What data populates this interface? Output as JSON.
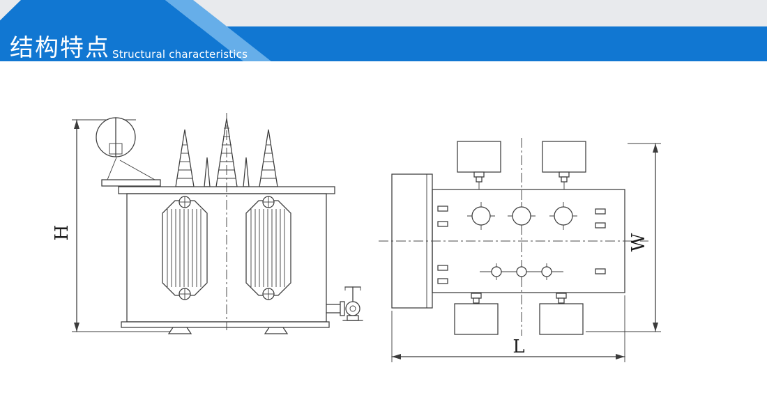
{
  "header": {
    "title_cn": "结构特点",
    "title_en": "Structural characteristics",
    "colors": {
      "strip_gray": "#e8eaed",
      "band_blue": "#1177d2",
      "ribbon_blue": "#66aee9",
      "title_white": "#ffffff"
    }
  },
  "drawing": {
    "dimension_labels": {
      "height": "H",
      "width": "W",
      "length": "L"
    }
  }
}
